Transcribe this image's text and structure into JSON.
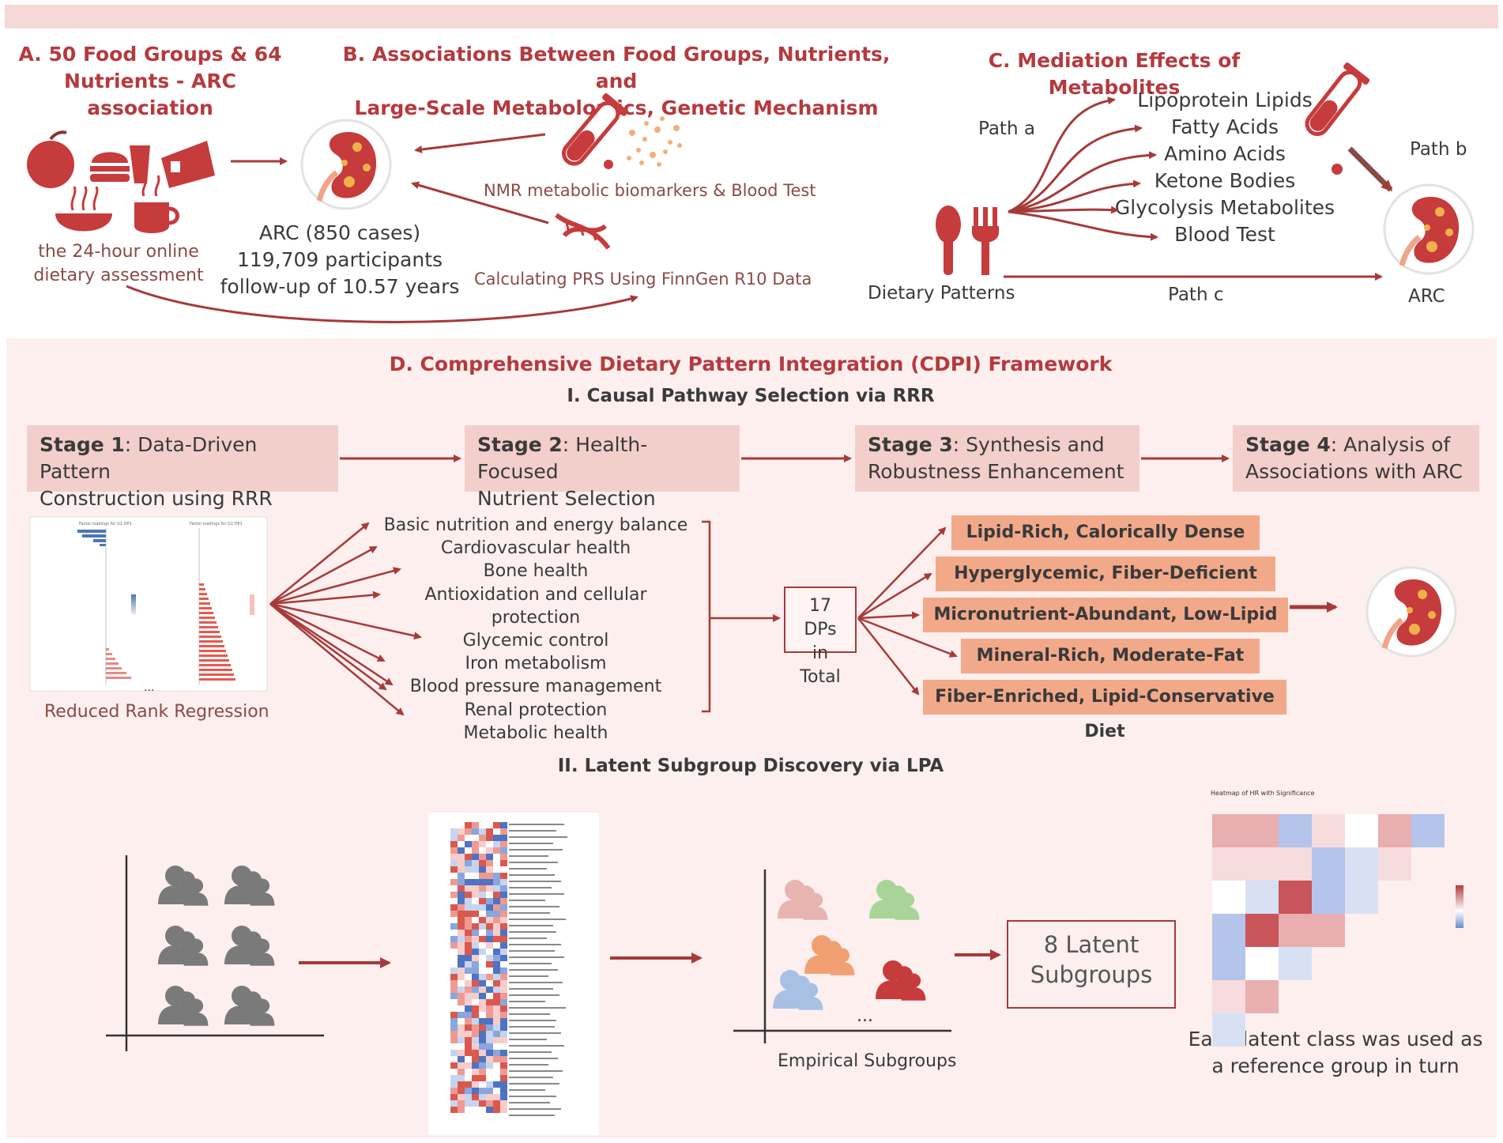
{
  "panelA": {
    "title_line1": "A. 50 Food Groups & 64",
    "title_line2": "Nutrients - ARC association",
    "caption_line1": "the 24-hour online",
    "caption_line2": "dietary assessment"
  },
  "arc_stats": {
    "line1": "ARC (850 cases)",
    "line2": "119,709 participants",
    "line3": "follow-up of 10.57 years"
  },
  "panelB": {
    "title_line1": "B.  Associations Between Food Groups, Nutrients, and",
    "title_line2": "Large-Scale Metabolomics, Genetic Mechanism",
    "nmr": "NMR metabolic biomarkers & Blood Test",
    "prs": "Calculating PRS Using FinnGen R10 Data"
  },
  "panelC": {
    "title": "C.  Mediation Effects of Metabolites",
    "path_a": "Path a",
    "path_b": "Path b",
    "path_c": "Path c",
    "source": "Dietary Patterns",
    "target": "ARC",
    "mediators": [
      "Lipoprotein Lipids",
      "Fatty Acids",
      "Amino Acids",
      "Ketone Bodies",
      "Glycolysis Metabolites",
      "Blood Test"
    ]
  },
  "panelD": {
    "title": "D.  Comprehensive Dietary Pattern Integration (CDPI) Framework",
    "section1": "I. Causal Pathway Selection via RRR",
    "section2": "II. Latent Subgroup Discovery via LPA"
  },
  "stages": [
    {
      "label": "Stage 1",
      "text_line1": ": Data-Driven Pattern",
      "text_line2": "Construction using RRR"
    },
    {
      "label": "Stage 2",
      "text_line1": ": Health-Focused",
      "text_line2": "Nutrient Selection"
    },
    {
      "label": "Stage 3",
      "text_line1": ": Synthesis and",
      "text_line2": "Robustness Enhancement"
    },
    {
      "label": "Stage 4",
      "text_line1": ": Analysis of",
      "text_line2": "Associations with ARC"
    }
  ],
  "rrr": {
    "caption": "Reduced Rank Regression",
    "plot1_title": "Factor loadings for G1 DP1",
    "plot2_title": "Factor loadings for G2 DP1",
    "ellipsis": "..."
  },
  "health_goals": [
    "Basic nutrition and energy balance",
    "Cardiovascular health",
    "Bone health",
    "Antioxidation and cellular protection",
    "Glycemic control",
    "Iron metabolism",
    "Blood pressure management",
    "Renal protection",
    "Metabolic health"
  ],
  "dps_box": {
    "line1": "17 DPs",
    "line2": "in Total"
  },
  "diets": [
    "Lipid-Rich, Calorically Dense Diet",
    "Hyperglycemic, Fiber-Deficient Diet",
    "Micronutrient-Abundant, Low-Lipid Diet",
    "Mineral-Rich, Moderate-Fat Diet",
    "Fiber-Enriched, Lipid-Conservative Diet"
  ],
  "lpa": {
    "empirical_caption": "Empirical Subgroups",
    "ellipsis": "...",
    "latent_line1": "8 Latent",
    "latent_line2": "Subgroups",
    "ref_line1": "Each latent class was used as",
    "ref_line2": "a reference group in turn",
    "heatmap_title": "Heatmap of HR with Significance"
  },
  "colors": {
    "accent": "#b53a3e",
    "arrow": "#a63a3a",
    "stage_bg": "#f2cfcb",
    "diet_bg": "#f2a98a",
    "panel_bg": "#fcefee",
    "people": "#7a7a7a"
  }
}
